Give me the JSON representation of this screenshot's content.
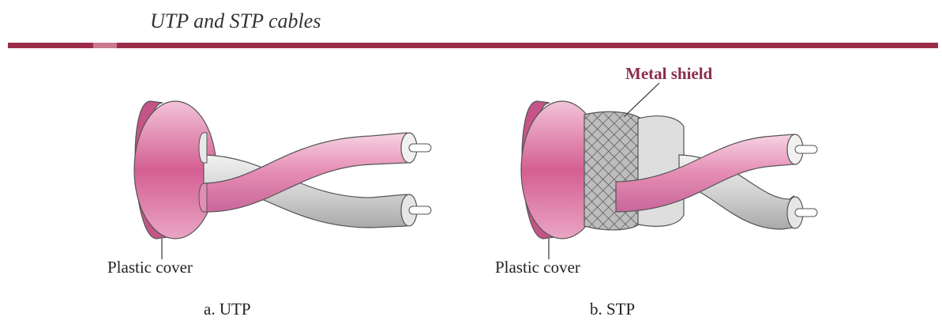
{
  "title": "UTP and STP cables",
  "colors": {
    "accent_rule": "#9b2d4a",
    "jacket": "#d9739f",
    "wire_pink": "#e8a0c0",
    "wire_gray": "#d4d4d4",
    "shield_label": "#8a2d4a"
  },
  "utp": {
    "cover_label": "Plastic cover",
    "caption": "a. UTP"
  },
  "stp": {
    "shield_label": "Metal shield",
    "cover_label": "Plastic cover",
    "caption": "b. STP"
  }
}
